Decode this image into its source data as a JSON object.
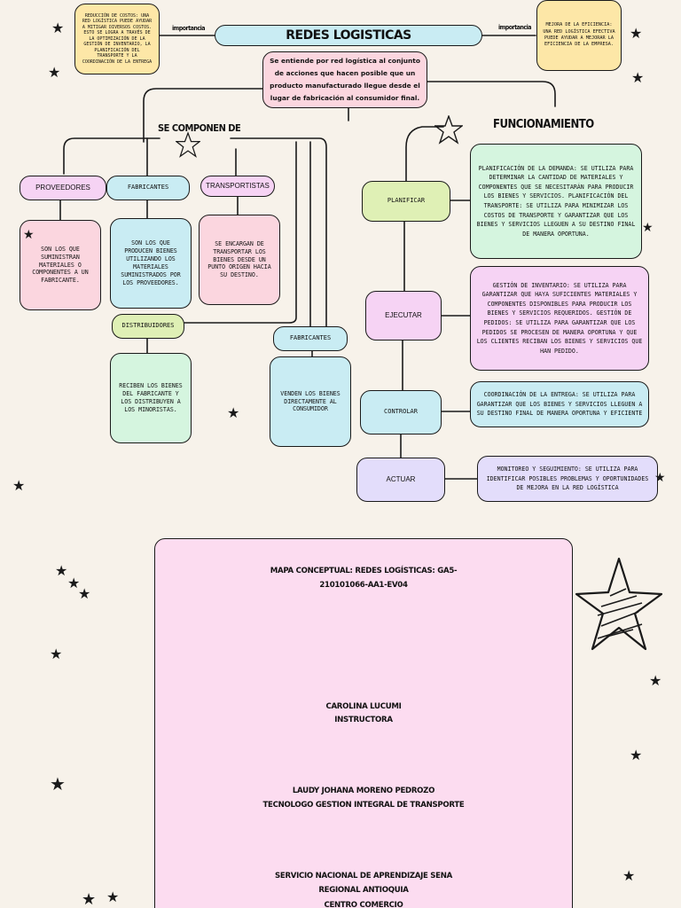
{
  "title": "REDES LOGISTICAS",
  "definition": "Se entiende por red logística al conjunto de acciones que hacen posible que un producto manufacturado llegue desde el lugar de fabricación al consumidor final.",
  "importance_left": {
    "label": "importancia",
    "text": "REDUCCIÓN DE COSTOS: UNA RED LOGÍSTICA PUEDE AYUDAR A MITIGAR DIVERSOS COSTOS. ESTO SE LOGRA A TRAVÉS DE LA OPTIMIZACIÓN DE LA GESTIÓN DE INVENTARIO, LA PLANIFICACIÓN DEL TRANSPORTE Y LA COORDINACIÓN DE LA ENTREGA"
  },
  "importance_right": {
    "label": "importancia",
    "text": "MEJORA DE LA EFICIENCIA: UNA RED LOGÍSTICA EFECTIVA PUEDE AYUDAR A MEJORAR LA EFICIENCIA DE LA EMPRESA."
  },
  "components": {
    "heading": "SE COMPONEN DE",
    "proveedores": {
      "label": "PROVEEDORES",
      "desc": "SON LOS QUE SUMINISTRAN MATERIALES O COMPONENTES A UN FABRICANTE."
    },
    "fabricantes": {
      "label": "FABRICANTES",
      "desc": "SON LOS QUE PRODUCEN BIENES UTILIZANDO LOS MATERIALES SUMINISTRADOS POR LOS PROVEEDORES."
    },
    "transportistas": {
      "label": "TRANSPORTISTAS",
      "desc": "SE ENCARGAN DE TRANSPORTAR LOS BIENES DESDE UN PUNTO ORIGEN HACIA SU DESTINO."
    },
    "distribuidores": {
      "label": "DISTRIBUIDORES",
      "desc": "RECIBEN LOS BIENES DEL FABRICANTE Y LOS DISTRIBUYEN A LOS MINORISTAS."
    },
    "fabricantes2": {
      "label": "FABRICANTES",
      "desc": "VENDEN LOS BIENES DIRECTAMENTE AL CONSUMIDOR"
    }
  },
  "functioning": {
    "heading": "FUNCIONAMIENTO",
    "planificar": {
      "label": "PLANIFICAR",
      "desc": "PLANIFICACIÓN DE LA DEMANDA: SE UTILIZA PARA DETERMINAR LA CANTIDAD DE MATERIALES Y COMPONENTES QUE SE NECESITARÁN PARA PRODUCIR LOS BIENES Y SERVICIOS. PLANIFICACIÓN DEL TRANSPORTE: SE UTILIZA PARA MINIMIZAR LOS COSTOS DE TRANSPORTE Y GARANTIZAR QUE LOS BIENES Y SERVICIOS LLEGUEN A SU DESTINO FINAL DE MANERA OPORTUNA."
    },
    "ejecutar": {
      "label": "EJECUTAR",
      "desc": "GESTIÓN DE INVENTARIO: SE UTILIZA PARA GARANTIZAR QUE HAYA SUFICIENTES MATERIALES Y COMPONENTES DISPONIBLES PARA PRODUCIR LOS BIENES Y SERVICIOS REQUERIDOS. GESTIÓN DE PEDIDOS: SE UTILIZA PARA GARANTIZAR QUE LOS PEDIDOS SE PROCESEN DE MANERA OPORTUNA Y QUE LOS CLIENTES RECIBAN LOS BIENES Y SERVICIOS QUE HAN PEDIDO."
    },
    "controlar": {
      "label": "CONTROLAR",
      "desc": "COORDINACIÓN DE LA ENTREGA: SE UTILIZA PARA GARANTIZAR QUE LOS BIENES Y SERVICIOS LLEGUEN A SU DESTINO FINAL DE MANERA OPORTUNA Y EFICIENTE"
    },
    "actuar": {
      "label": "ACTUAR",
      "desc": "MONITOREO Y SEGUIMIENTO: SE UTILIZA PARA IDENTIFICAR POSIBLES PROBLEMAS Y OPORTUNIDADES DE MEJORA EN LA RED LOGÍSTICA"
    }
  },
  "cover": {
    "title_1": "MAPA CONCEPTUAL: REDES LOGÍSTICAS: GA5-",
    "title_2": "210101066-AA1-EV04",
    "instructor_name": "CAROLINA LUCUMI",
    "instructor_role": "INSTRUCTORA",
    "student_name": "LAUDY JOHANA MORENO PEDROZO",
    "student_role": "TECNOLOGO GESTION INTEGRAL DE TRANSPORTE",
    "inst_1": "SERVICIO NACIONAL DE APRENDIZAJE SENA",
    "inst_2": "REGIONAL ANTIOQUIA",
    "inst_3": "CENTRO COMERCIO"
  },
  "decor": {
    "star_glyph": "★",
    "outline_star_glyph": "☆",
    "line_color": "#1a1a1a"
  }
}
